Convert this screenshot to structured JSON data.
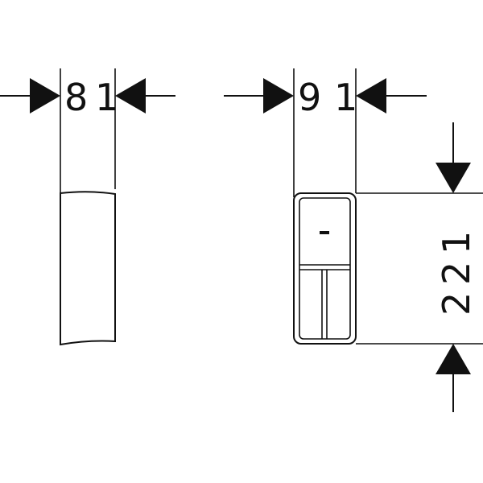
{
  "drawing": {
    "left_view": {
      "width_dim_digits": [
        "8",
        "1"
      ]
    },
    "right_view": {
      "width_dim_digits": [
        "9",
        "1"
      ],
      "height_dim_digits": [
        "2",
        "2",
        "1"
      ]
    },
    "colors": {
      "ink": "#111111",
      "background": "#ffffff"
    }
  }
}
